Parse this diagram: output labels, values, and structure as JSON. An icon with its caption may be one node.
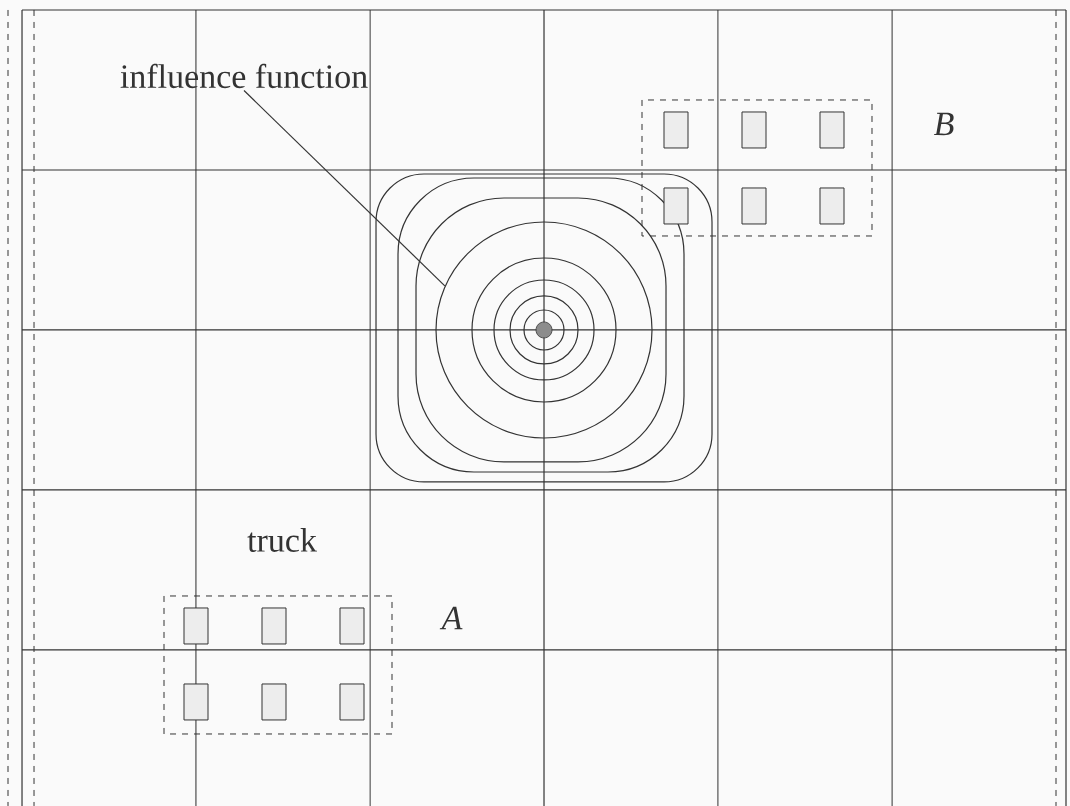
{
  "diagram": {
    "nodes": [
      {
        "text": [
          "influence function"
        ]
      },
      {
        "text": [],
        "shape": "circle"
      }
    ],
    "edges": [
      {
        "from": 0,
        "to": 1,
        "arrow": "none"
      }
    ],
    "labels": [
      "B",
      "truck",
      "A"
    ]
  }
}
